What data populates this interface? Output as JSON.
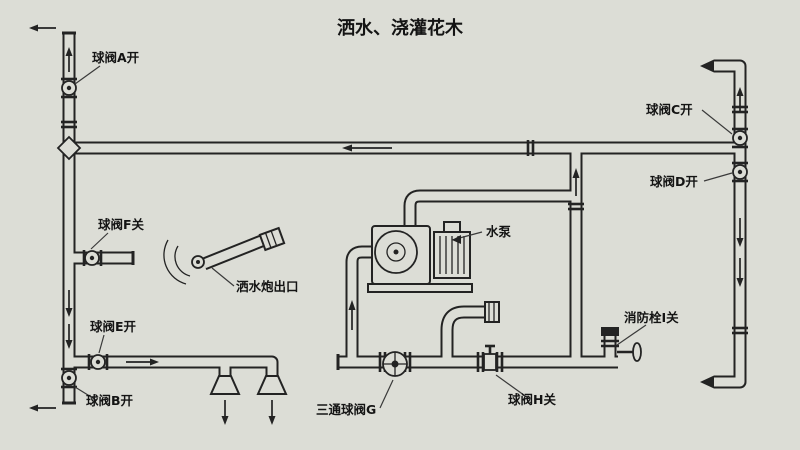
{
  "title": "洒水、浇灌花木",
  "colors": {
    "background": "#dcddd6",
    "line": "#232323"
  },
  "labels": {
    "valve_a": "球阀A开",
    "valve_b": "球阀B开",
    "valve_c": "球阀C开",
    "valve_d": "球阀D开",
    "valve_e": "球阀E开",
    "valve_f": "球阀F关",
    "valve_g": "三通球阀G",
    "valve_h": "球阀H关",
    "hydrant_i": "消防栓I关",
    "pump": "水泵",
    "cannon_outlet": "洒水炮出口"
  }
}
